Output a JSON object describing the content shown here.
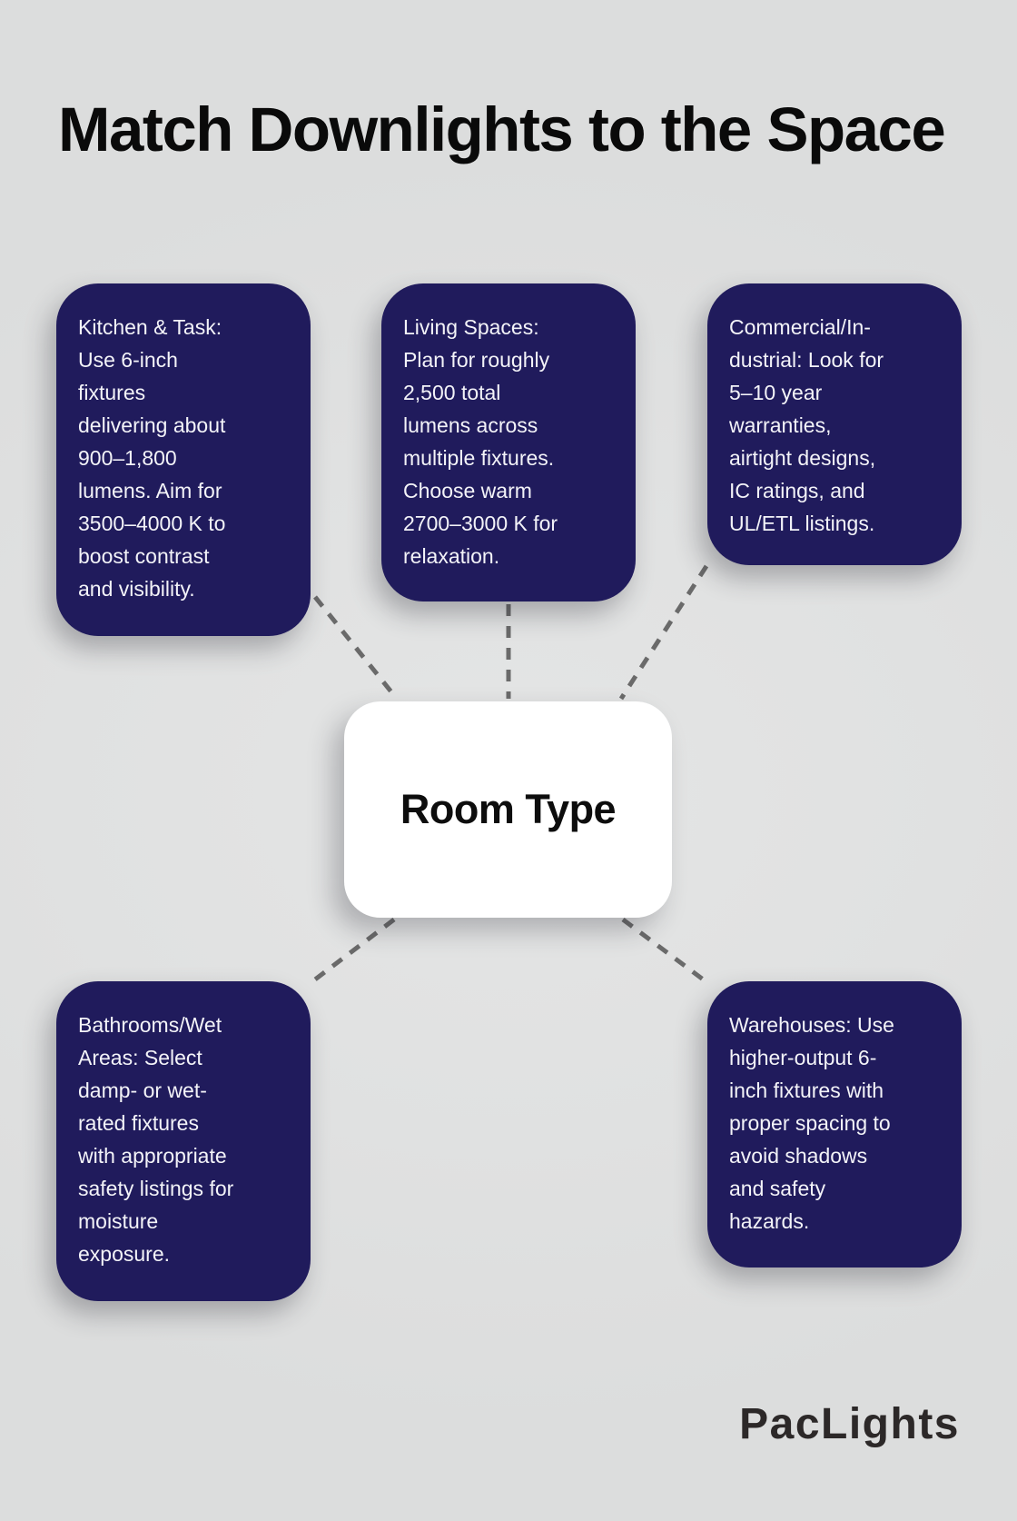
{
  "page": {
    "title": "Match Downlights to the Space"
  },
  "center_node": {
    "label": "Room Type"
  },
  "cards": [
    {
      "name": "kitchen-task",
      "text": "Kitchen & Task:\nUse 6-inch\nfixtures\ndelivering about\n900–1,800\nlumens. Aim for\n3500–4000 K to\nboost contrast\nand visibility."
    },
    {
      "name": "living-spaces",
      "text": "Living Spaces:\nPlan for roughly\n2,500 total\nlumens across\nmultiple fixtures.\nChoose warm\n2700–3000 K for\nrelaxation."
    },
    {
      "name": "commercial-industrial",
      "text": "Commercial/In-\ndustrial: Look for\n5–10 year\nwarranties,\nairtight designs,\nIC ratings, and\nUL/ETL listings."
    },
    {
      "name": "bathrooms-wet-areas",
      "text": "Bathrooms/Wet\nAreas: Select\ndamp- or wet-\nrated fixtures\nwith appropriate\nsafety listings for\nmoisture\nexposure."
    },
    {
      "name": "warehouses",
      "text": "Warehouses: Use\nhigher-output 6-\ninch fixtures with\nproper spacing to\navoid shadows\nand safety\nhazards."
    }
  ],
  "brand": {
    "logo_text": "PacLights"
  },
  "colors": {
    "background": "#e0e1e1",
    "card_background": "#201b5c",
    "card_text": "#f3f3f8",
    "center_background": "#ffffff",
    "center_text": "#0d0d0d",
    "connector": "#6a6a6a",
    "title_text": "#0a0a0a",
    "logo_text": "#2c2828"
  }
}
